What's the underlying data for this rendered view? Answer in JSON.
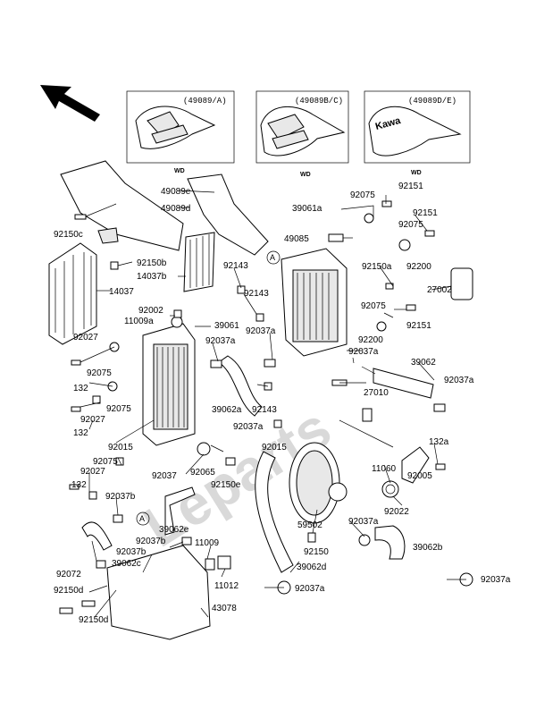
{
  "inset_boxes": [
    {
      "caption": "(49089/A)",
      "sub": "WD"
    },
    {
      "caption": "(49089B/C)",
      "sub": "WD"
    },
    {
      "caption": "(49089D/E)",
      "sub": "WD"
    }
  ],
  "watermark": "Leparts",
  "shroud_text": "Kawa",
  "ref_marker": "A",
  "labels": {
    "l92150c": "92150c",
    "l49089e": "49089e",
    "l49089d": "49089d",
    "l39061a": "39061a",
    "l92075a": "92075",
    "l92151a": "92151",
    "l92151b": "92151",
    "l92075b": "92075",
    "l49085": "49085",
    "l92150b": "92150b",
    "l14037b": "14037b",
    "l92143a": "92143",
    "l92150a": "92150a",
    "l92200a": "92200",
    "l14037": "14037",
    "l92143b": "92143",
    "l27002": "27002",
    "l92002": "92002",
    "l11009a": "11009a",
    "l39061": "39061",
    "l92075c": "92075",
    "l92151c": "92151",
    "l92037a1": "92037a",
    "l92037a2": "92037a",
    "l92200b": "92200",
    "l92027a": "92027",
    "l92037a3": "92037a",
    "l39062": "39062",
    "l92075d": "92075",
    "l92037a4": "92037a",
    "l132a1": "132",
    "l27010": "27010",
    "l39062a": "39062a",
    "l92143c": "92143",
    "l92027b": "92027",
    "l92075e": "92075",
    "l132a2": "132",
    "l92037a5": "92037a",
    "l92015a": "92015",
    "l92015b": "92015",
    "l132a": "132a",
    "l92075f": "92075",
    "l92027c": "92027",
    "l92037": "92037",
    "l92065": "92065",
    "l92150e": "92150e",
    "l11060": "11060",
    "l92005": "92005",
    "l132b": "132",
    "l92037b1": "92037b",
    "l92022": "92022",
    "l39062e": "39062e",
    "l59502": "59502",
    "l92037a6": "92037a",
    "l92037b2": "92037b",
    "l11009": "11009",
    "l92150": "92150",
    "l39062b": "39062b",
    "l92072": "92072",
    "l92037b3": "92037b",
    "l39062c": "39062c",
    "l39062d": "39062d",
    "l92150d1": "92150d",
    "l11012": "11012",
    "l92037a7": "92037a",
    "l92037a8": "92037a",
    "l43078": "43078",
    "l92150d2": "92150d"
  }
}
